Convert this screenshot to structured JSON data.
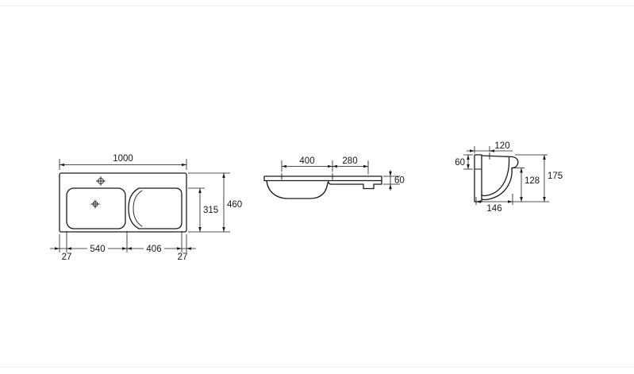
{
  "drawing": {
    "background": "#ffffff",
    "line_color": "#1a1a1a",
    "type": "washbasin-technical-drawing",
    "plan": {
      "overall_width": "1000",
      "overall_depth": "460",
      "bowl_inner_depth": "315",
      "left_margin": "27",
      "bowl_width": "540",
      "drainer_width": "406",
      "right_margin": "27"
    },
    "front": {
      "taphole_spacing": "400",
      "right_section": "280",
      "rim_height": "60"
    },
    "side": {
      "taphole_setback": "120",
      "back_ledge_height": "60",
      "bowl_depth": "128",
      "overall_height": "175",
      "bowl_floor_depth": "146"
    }
  }
}
